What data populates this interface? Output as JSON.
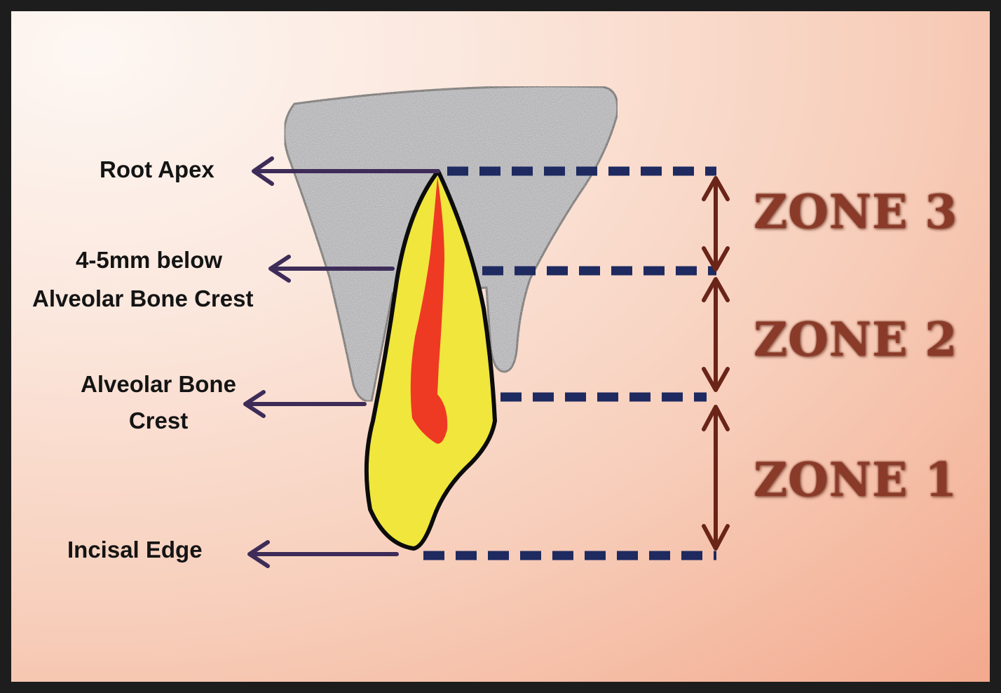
{
  "labels": {
    "root_apex": "Root Apex",
    "below_crest_line1": "4-5mm below",
    "below_crest_line2": "Alveolar Bone Crest",
    "crest_line1": "Alveolar Bone",
    "crest_line2": "Crest",
    "incisal_edge": "Incisal Edge"
  },
  "zones": [
    "ZONE 3",
    "ZONE 2",
    "ZONE 1"
  ],
  "colors": {
    "bone": "#b5b5b9",
    "tooth": "#f0e63c",
    "pulp": "#ee3a23",
    "arrow": "#3e2c58",
    "dash": "#1e2a60",
    "zone_arrow": "#6a2418",
    "zone_text": "#8a3a28"
  }
}
